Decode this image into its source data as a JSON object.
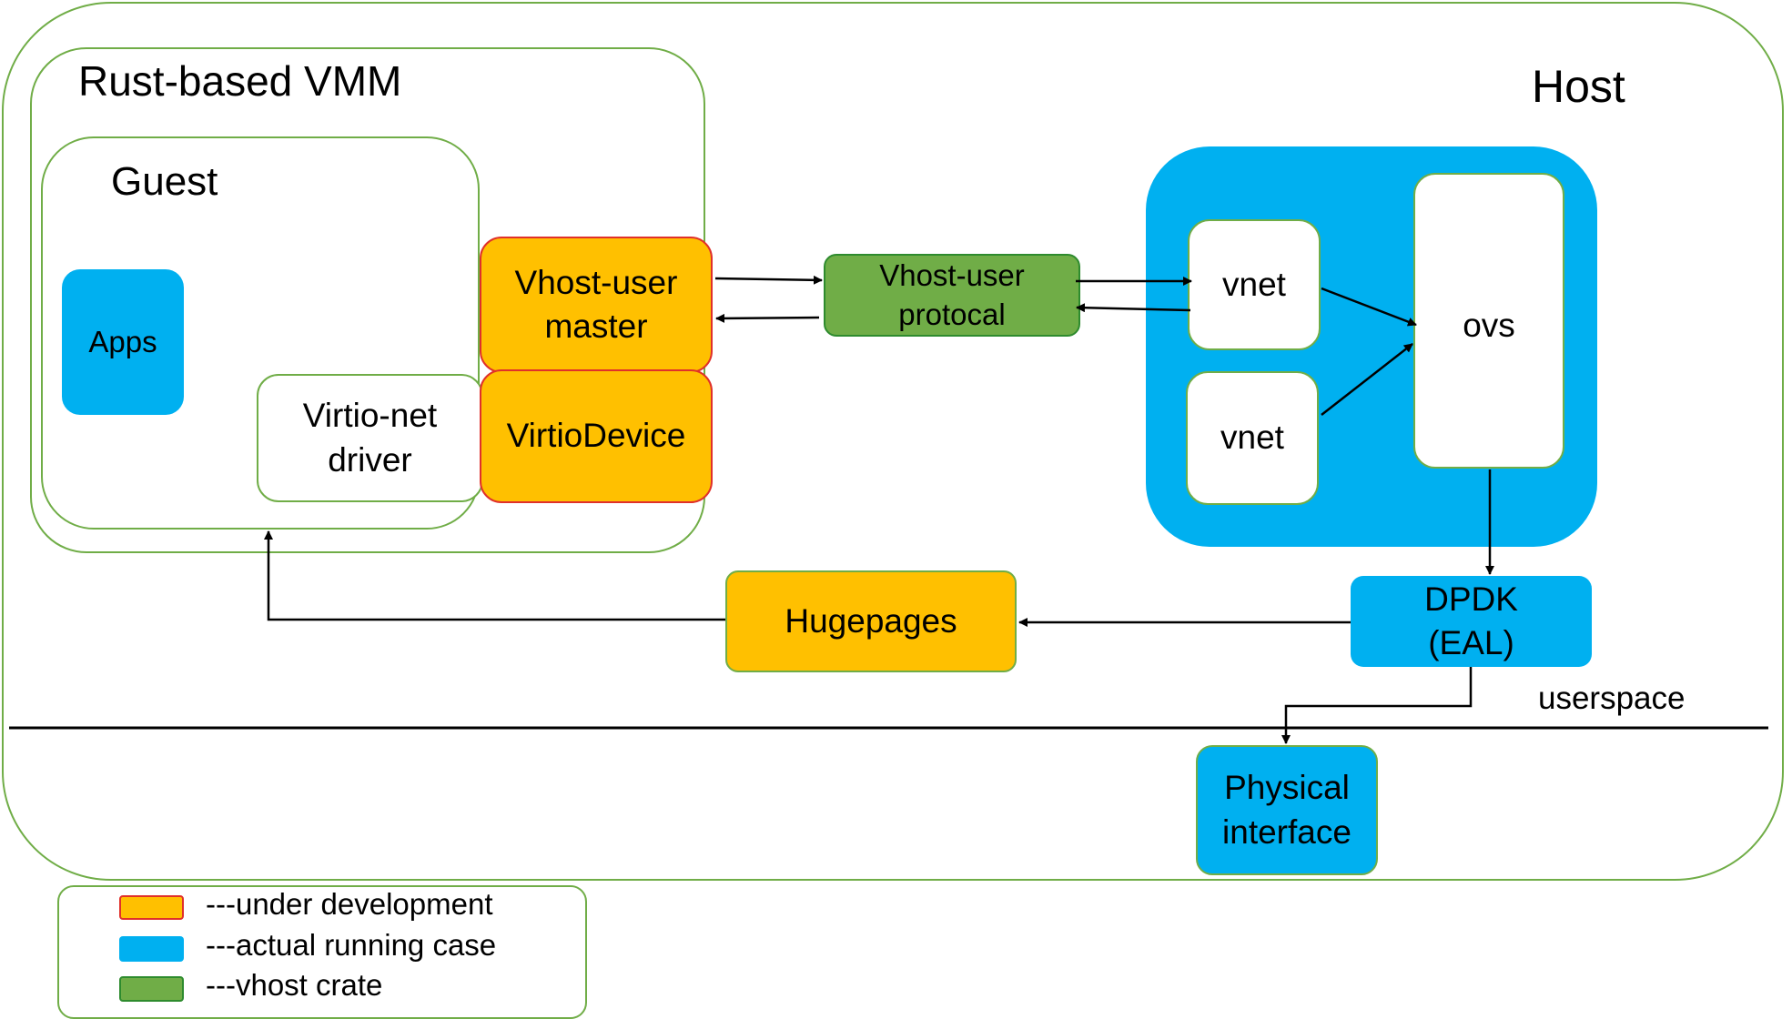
{
  "host": {
    "title": "Host"
  },
  "vmm": {
    "title": "Rust-based VMM"
  },
  "guest": {
    "title": "Guest"
  },
  "apps": {
    "label": "Apps"
  },
  "virtio_net_driver": {
    "label": "Virtio-net\ndriver"
  },
  "vhost_user_master": {
    "label": "Vhost-user\nmaster"
  },
  "virtio_device": {
    "label": "VirtioDevice"
  },
  "vhost_user_protocol": {
    "label": "Vhost-user\nprotocal"
  },
  "vnet_top": {
    "label": "vnet"
  },
  "vnet_bottom": {
    "label": "vnet"
  },
  "ovs": {
    "label": "ovs"
  },
  "dpdk": {
    "label": "DPDK\n(EAL)"
  },
  "hugepages": {
    "label": "Hugepages"
  },
  "physical_interface": {
    "label": "Physical\ninterface"
  },
  "userspace": {
    "label": "userspace"
  },
  "legend": {
    "items": [
      {
        "label": "---under development",
        "color": "#ffc000",
        "border": "#e0302a"
      },
      {
        "label": "---actual running case",
        "color": "#00b0f0",
        "border": "#00b0f0"
      },
      {
        "label": "---vhost crate",
        "color": "#70ad47",
        "border": "#2e8b2e"
      }
    ]
  },
  "colors": {
    "orange": "#ffc000",
    "blue": "#00b0f0",
    "green": "#70ad47",
    "outline_green": "#70ad47",
    "red_border": "#e0302a"
  }
}
